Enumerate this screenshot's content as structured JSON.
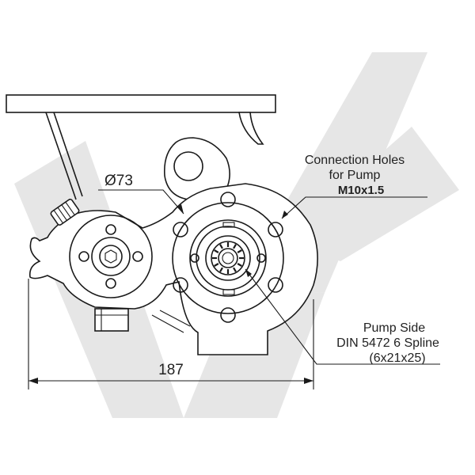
{
  "watermark": {
    "color": "#e6e6e6"
  },
  "labels": {
    "connection_line1": "Connection Holes",
    "connection_line2": "for Pump",
    "thread": "M10x1.5",
    "diameter": "Ø73",
    "pump_side_line1": "Pump Side",
    "pump_side_line2": "DIN 5472 6 Spline",
    "pump_side_line3": "(6x21x25)",
    "width_dimension": "187"
  },
  "colors": {
    "line": "#1a1a1a",
    "text": "#222222",
    "background": "#ffffff"
  }
}
